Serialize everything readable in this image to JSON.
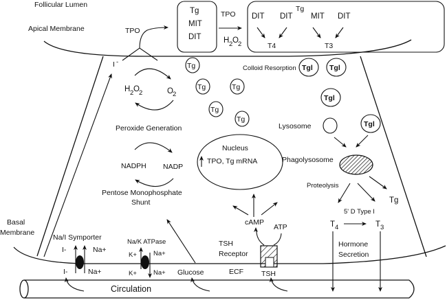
{
  "labels": {
    "follicular_lumen": "Follicular Lumen",
    "apical_membrane": "Apical Membrane",
    "basal_membrane_line1": "Basal",
    "basal_membrane_line2": "Membrane",
    "tpo_apical": "TPO",
    "iodide_cell": "I",
    "iodide_charge": "-",
    "colloid_resorption": "Colloid Resorption",
    "peroxide_generation": "Peroxide Generation",
    "pentose_line1": "Pentose Monophosphate",
    "pentose_line2": "Shunt",
    "nucleus": "Nucleus",
    "nucleus_mrna": "TPO, Tg mRNA",
    "lysosome": "Lysosome",
    "phagolysosome": "Phagolysosome",
    "proteolysis": "Proteolysis",
    "tg_released": "Tg",
    "deiodinase": "5' D Type I",
    "t4": "T",
    "t4_sub": "4",
    "t3": "T",
    "t3_sub": "3",
    "hormone_secretion_line1": "Hormone",
    "hormone_secretion_line2": "Secretion",
    "camp": "cAMP",
    "atp": "ATP",
    "tsh_receptor_line1": "TSH",
    "tsh_receptor_line2": "Receptor",
    "tsh": "TSH",
    "ecf": "ECF",
    "glucose": "Glucose",
    "circulation": "Circulation",
    "nai_symporter": "Na/I Symporter",
    "nak_atpase": "Na/K ATPase",
    "na_plus": "Na+",
    "k_plus": "K+",
    "iodide_circ": "I-",
    "iodide_in": "I-"
  },
  "peroxide_cycle": {
    "left": "H",
    "left_sub1": "2",
    "left_mid": "O",
    "left_sub2": "2",
    "right": "O",
    "right_sub": "2"
  },
  "nadph_cycle": {
    "left": "NADPH",
    "right": "NADP"
  },
  "lumen_box_1": {
    "items": [
      "Tg",
      "MIT",
      "DIT"
    ]
  },
  "lumen_reaction": {
    "enzyme": "TPO",
    "cofactor": "H",
    "cofactor_sub1": "2",
    "cofactor_mid": "O",
    "cofactor_sub2": "2"
  },
  "lumen_box_2": {
    "tg_label": "Tg",
    "precursors": [
      "DIT",
      "DIT",
      "MIT",
      "DIT"
    ],
    "products": [
      "T4",
      "T3"
    ]
  },
  "vesicles": {
    "tg": [
      "Tg",
      "Tg",
      "Tg",
      "Tg",
      "Tg"
    ],
    "tgi": [
      "Tgl",
      "Tgl",
      "Tgl",
      "Tgl"
    ]
  }
}
